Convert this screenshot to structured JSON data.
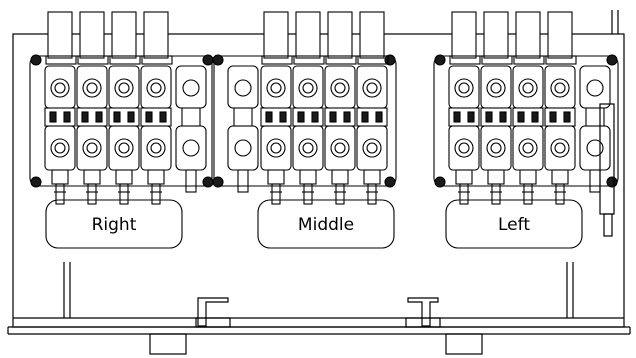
{
  "labels": {
    "right": "Right",
    "middle": "Middle",
    "left": "Left"
  },
  "colors": {
    "line": "#000000",
    "background": "#ffffff",
    "dark_fill": "#1a1a1a"
  },
  "groups": [
    {
      "key": "right",
      "valves": 4,
      "side_blocks": 1
    },
    {
      "key": "middle",
      "valves": 4,
      "side_blocks": 1
    },
    {
      "key": "left",
      "valves": 4,
      "side_blocks": 1
    }
  ]
}
